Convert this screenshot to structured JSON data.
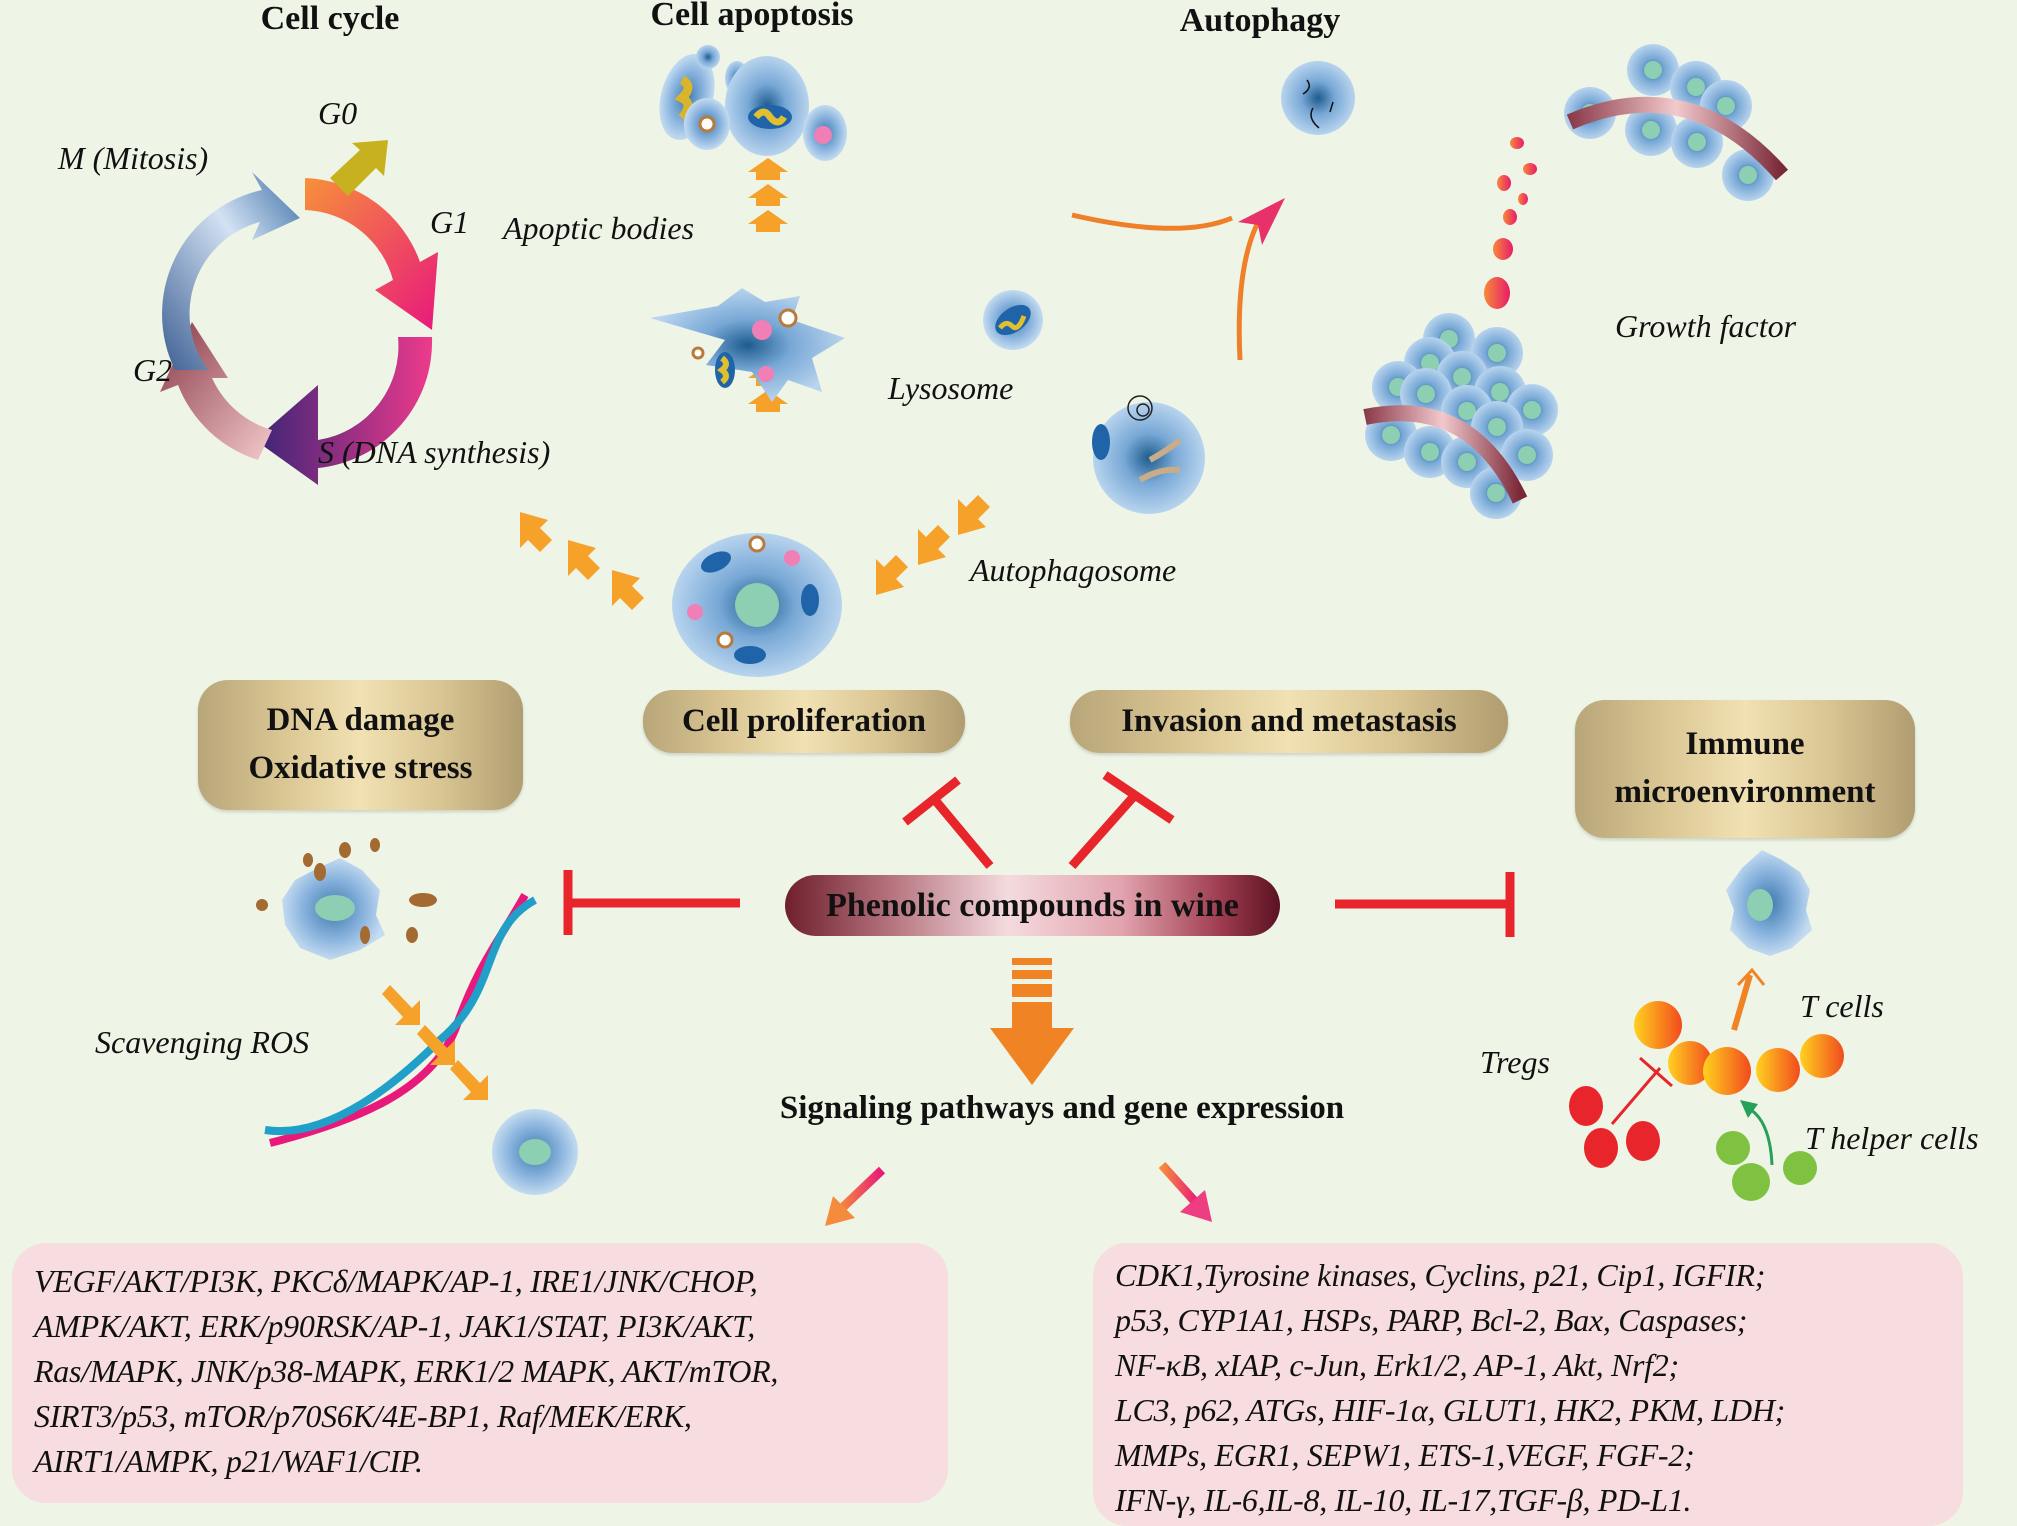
{
  "sections": {
    "cell_cycle": {
      "title": "Cell cycle",
      "phases": [
        "M (Mitosis)",
        "G0",
        "G1",
        "G2",
        "S (DNA synthesis)"
      ]
    },
    "cell_apoptosis": {
      "title": "Cell apoptosis",
      "label": "Apoptic bodies"
    },
    "autophagy": {
      "title": "Autophagy",
      "labels": [
        "Lysosome",
        "Autophagosome"
      ]
    },
    "growth": {
      "label": "Growth factor"
    }
  },
  "outcomes": {
    "dna_damage": [
      "DNA damage",
      "Oxidative stress"
    ],
    "cell_proliferation": "Cell proliferation",
    "invasion": "Invasion and metastasis",
    "immune": [
      "Immune",
      "microenvironment"
    ]
  },
  "center": {
    "label": "Phenolic compounds in wine",
    "signaling_title": "Signaling pathways and gene expression"
  },
  "ros": {
    "label": "Scavenging ROS"
  },
  "immune_cells": {
    "t_cells": "T cells",
    "tregs": "Tregs",
    "t_helper": "T helper cells"
  },
  "pathways_box": {
    "lines": [
      "VEGF/AKT/PI3K, PKCδ/MAPK/AP-1, IRE1/JNK/CHOP,",
      "AMPK/AKT, ERK/p90RSK/AP-1, JAK1/STAT, PI3K/AKT,",
      "Ras/MAPK, JNK/p38-MAPK, ERK1/2 MAPK, AKT/mTOR,",
      "SIRT3/p53, mTOR/p70S6K/4E-BP1, Raf/MEK/ERK,",
      "AIRT1/AMPK, p21/WAF1/CIP."
    ]
  },
  "genes_box": {
    "lines": [
      "CDK1,Tyrosine kinases, Cyclins, p21, Cip1,  IGFIR;",
      "p53, CYP1A1, HSPs, PARP, Bcl-2, Bax, Caspases;",
      "NF-κB, xIAP, c-Jun, Erk1/2, AP-1, Akt, Nrf2;",
      "LC3, p62, ATGs, HIF-1α, GLUT1, HK2, PKM, LDH;",
      "MMPs, EGR1, SEPW1, ETS-1,VEGF, FGF-2;",
      "IFN-γ, IL-6,IL-8, IL-10, IL-17,TGF-β, PD-L1."
    ]
  },
  "colors": {
    "background": "#eef5e6",
    "inhibit": "#e8252b",
    "arrow_orange": "#f5a12a",
    "main_arrow": "#f08324",
    "cell_blue": "#8fb8de",
    "nucleus": "#8ccfb2"
  }
}
